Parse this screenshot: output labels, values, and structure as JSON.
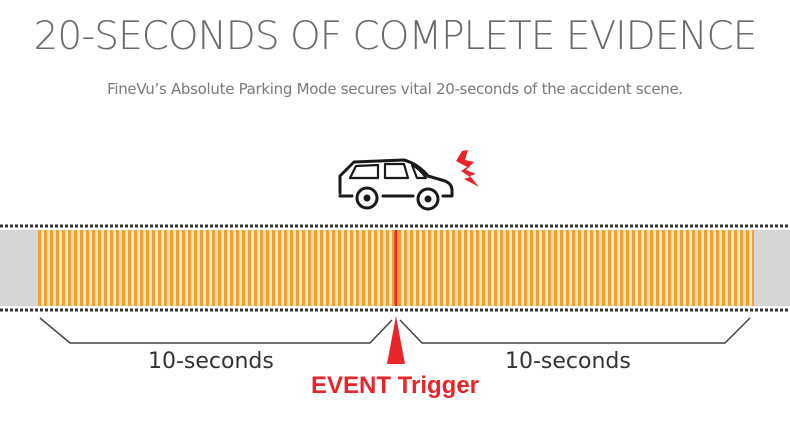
{
  "title": "20-SECONDS OF COMPLETE EVIDENCE",
  "subtitle": "FineVu’s Absolute Parking Mode secures vital 20-seconds of the accident scene.",
  "diagram": {
    "before_label": "10-seconds",
    "after_label": "10-seconds",
    "event_label": "EVENT Trigger",
    "icons": [
      "car-icon",
      "impact-lightning-icon",
      "event-arrow-icon"
    ],
    "colors": {
      "recording_stripes": "#f0a132",
      "recording_background": "#fbe7c6",
      "buffer_gray": "#d6d6d6",
      "event_red": "#e8252b",
      "title_gray": "#6a6a6a"
    }
  }
}
